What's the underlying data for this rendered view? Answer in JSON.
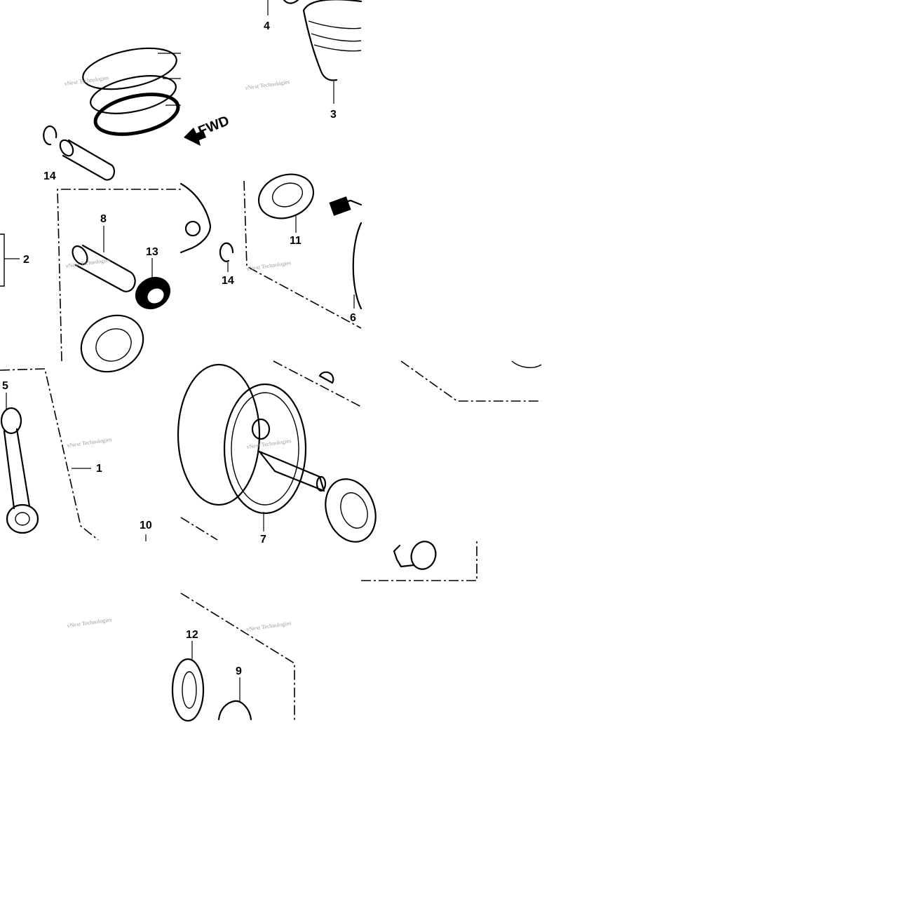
{
  "diagram": {
    "callouts": [
      {
        "id": "4",
        "label": "4"
      },
      {
        "id": "3",
        "label": "3"
      },
      {
        "id": "14a",
        "label": "14"
      },
      {
        "id": "8",
        "label": "8"
      },
      {
        "id": "13",
        "label": "13"
      },
      {
        "id": "2",
        "label": "2"
      },
      {
        "id": "11",
        "label": "11"
      },
      {
        "id": "14b",
        "label": "14"
      },
      {
        "id": "6",
        "label": "6"
      },
      {
        "id": "5",
        "label": "5"
      },
      {
        "id": "1",
        "label": "1"
      },
      {
        "id": "10",
        "label": "10"
      },
      {
        "id": "7",
        "label": "7"
      },
      {
        "id": "12",
        "label": "12"
      },
      {
        "id": "9",
        "label": "9"
      }
    ],
    "direction_label": "FWD",
    "watermark": "vNext Technologies"
  }
}
